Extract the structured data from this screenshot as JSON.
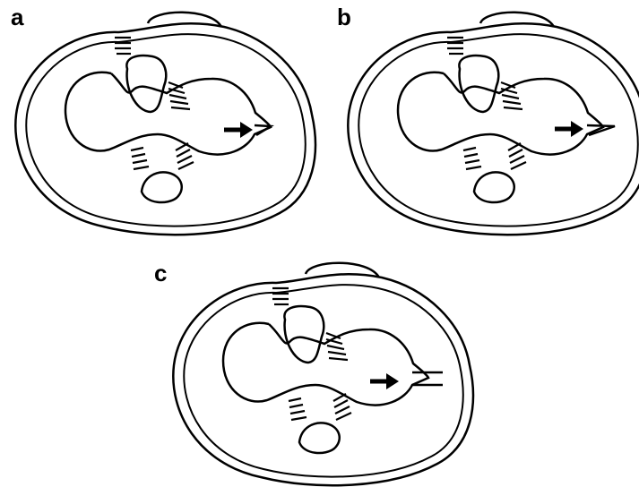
{
  "panels": [
    {
      "id": "a",
      "label": "a"
    },
    {
      "id": "b",
      "label": "b"
    },
    {
      "id": "c",
      "label": "c"
    }
  ],
  "colors": {
    "line": "#000000",
    "background": "#ffffff"
  }
}
